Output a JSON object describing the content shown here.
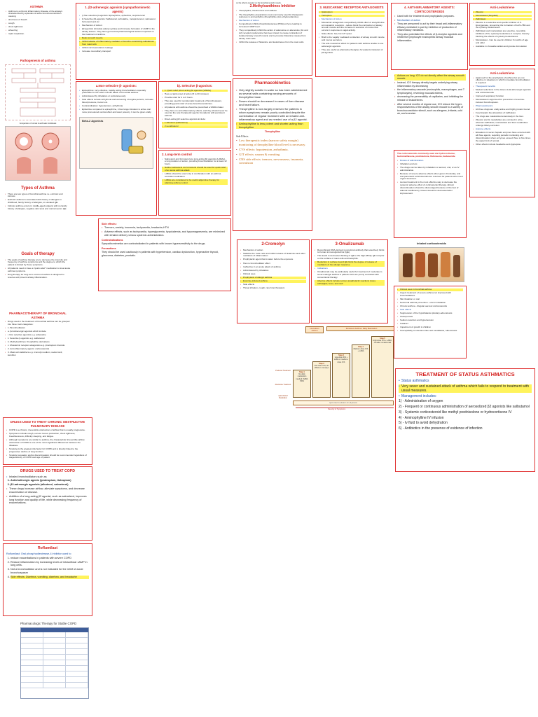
{
  "asthma": {
    "title": "ASTHMA",
    "bullets": [
      "Asthma is a chronic inflammatory disease of the airways characterized by episodes of acute bronchoconstriction causing",
      "shortness of breath",
      "cough",
      "chest tightness",
      "wheezing",
      "rapid respiration."
    ]
  },
  "patho": {
    "title": "Pathogenesis of asthma",
    "caption": "Comparison of normal & asthmatic individuals"
  },
  "types": {
    "title": "Types of Asthma",
    "bullets": [
      "There are two types of bronchial asthma i.e. extrinsic and intrinsic.",
      "Extrinsic asthma is associated with history of allergies in childhood, family history of allergies, or elevated IgE.",
      "Intrinsic asthma occurs in middle-aged subjects with no family history of allergies, negative skin tests and normal serum IgE."
    ]
  },
  "goals": {
    "title": "Goals of therapy",
    "bullets": [
      "The goals of asthma therapy are to decrease the intensity and frequency of asthma symptoms and the degree to which the patient is limited by these symptoms.",
      "All patients need to have a \"quick-relief\" medication to treat acute asthma symptoms.",
      "Drug therapy for long-term control of asthma is designed to reverse and prevent airway inflammation."
    ]
  },
  "pharmaco": {
    "title": "PHARMACOTHERAPY OF BRONCHIAL ASTHMA",
    "items": [
      "Drugs used in the treatment of bronchial asthma can be grouped into three main categories:",
      "1. Bronchodilators",
      "a. β2-Adrenergic agonists which include",
      "i. Non selective agonists e.g. adrenaline",
      "ii. Selective β-agonists e.g. salbutamol",
      "b. Methylxanthines: theophylline derivatives",
      "c. Muscarinic receptor antagonists e.g. ipratropium bromide",
      "2. Anti-inflammatory agents: corticosteroids",
      "3. Mast cell stabilizers e.g. cromolyn sodium, nedocromil, ketotifen"
    ]
  },
  "beta": {
    "title": "1. β2-adrenergic agonists (sympathomimetic agents)",
    "items": [
      "i) Non-selective β-agonists: Epinephrine, ephedrine, isoproterenol",
      "ii) Selective β2-agonists: Salbutamol, terbutaline, metaproterenol, salmeterol, formoterol and etc",
      "Mechanism of Action:",
      "β2-agonists stimulate adenyl-cyclase and increase formation of cAMP in the airway tissues. They have got several pharmacological actions important in the treatment of asthma.",
      "Relax smooth muscle",
      "Inhibit release of inflammatory mediator or broncho constricting substances from mast cells",
      "Inhibit microvasculature leakage",
      "Increase mucociliary transport"
    ],
    "nonsel_title": "a.Non-selective β- agonists:",
    "nonsel": [
      "Epinephrine: very effective, rapidly acting bronchodilator especially preferable for the relief of acute attack of bronchial asthma.",
      "Administered by inhalation or subcutaneously.",
      "Side effects include arrhythmia and worsening of angina pectoris, increase blood pressure, tremor etc.",
      "Contraindication: hypertension, arrhythmia",
      "Ephedrine compared to epinephrine, it has longer duration is active oral more pronounced central effect and lower potency. It can be given orally."
    ],
    "sel_title": "b). Selective β-agonists:",
    "sel": [
      "1. Quick relief (short acting β2 agonists (SABAs)",
      "Have a rapid onset of action (5 to 30 minutes)",
      "Provide relief for 4 to 6 hours.",
      "They are used for symptomatic treatment of bronchospasm, providing quick relief of acute bronchoconstriction.",
      "All patients with asthma should be prescribed a SABA inhaler.",
      "They have no anti-inflammatory effects, and they should never be used as the sole therapeutic agents for patients with persistent asthma.",
      "Direct-acting β2 selective agonists include:",
      "1.Albuterol (salbutamol)",
      "2.Levalbuterol"
    ],
    "ben_title": "Beta-2 Agonists",
    "long_title": "2. Long-term control",
    "long": [
      "Salmeterol and formoterol are long-acting β2 agonists (LABAs) - a long duration of action, providing bronchodilation for at least 12 hours.",
      "Neither salmeterol nor formoterol should be used for quick relief of an acute asthma attack.",
      "LABAs should be used only in combination with an asthma controller medication.",
      "LABAs are considered to be useful adjunctive therapy for attaining asthma control."
    ],
    "se_title": "Side effects :",
    "se": [
      "Tremors, anxiety, insomnia, tachycardia, headache,HTN",
      "Adverse effects, such as tachycardia, hyperglycemia, hypokalemia, and hypomagnesemia, are minimized with inhaled delivery versus systemic administration."
    ],
    "ci_title": "Contraindications",
    "ci": "Sympathomimetics are contraindicated in patients with known hypersensitivity to the drugs.",
    "pre_title": "Precautions",
    "pre": "They should be used cautiously in patients with hypertension, cardiac dysfunction, hyperactive thyroid, glaucoma, diabetes, prostatic."
  },
  "methyl": {
    "top": "on the other β-receptor on the bronchial smooth muscle.",
    "title": "2.Methylxanthines Inhibitor",
    "items": [
      "Theophylline, theobromine and caffeine.",
      "The theophylline preparations most commonly used for therapeutic purposes is aminophylline (theophylline plus ethylenediamine).",
      "Mechanism of Action",
      "Competitively inhibit phosphodiesterase (PDE) enzyme leading to increased cAMP level.",
      "They competitively inhibit the action of adenosine on adenosine (A1 and A2) receptors (adenosine has been shown to cause contraction of isolated airway smooth muscle and to provoke histamine release from airway mast cells.",
      "Inhibit the release of histamine and leukotrienes from the mast cells."
    ]
  },
  "pk": {
    "title": "Pharmacokinetics",
    "items": [
      "Only slightly soluble in water so has been administered as several salts containing varying amounts of theophylline base.",
      "Doses should be decreased in cases of liver disease and heart failure.",
      "Theophylline is now largely reserved for patients in whom symptoms remain poorly controlled despite the combination of regular treatment with an inhaled anti-inflammatory agent and as needed use of a β2 agonist.",
      "Aminophylline is less potent and shorter-acting than theophylline"
    ],
    "theo_head": "Theophylline",
    "se_title": "Side Effects",
    "se": [
      "Low therapeutic index (narrow safety margin) monitoring of theophylline blood level is necessary.",
      "CVS effects: hypotension, arrhythmia.",
      "GIT effects: nausea & vomiting",
      "CNS side effects: tremors, nervousness, insomnia, convulsion"
    ]
  },
  "mra": {
    "title": "3. MUSCARINIC RECEPTOR ANTAGONISTS",
    "items": [
      "Ipratropium",
      "Tiotropium",
      "Mechanism of Action",
      "Muscarinic antagonists competitively inhibit effect of acetylcholine at muscarinic receptors - reduce block the contraction of airway smooth muscle and the increase in secretion of mucus that occurs in response to vagal activity.",
      "Side effects: few, but GIT upset.",
      "Bind to the vagally mediated contraction of airway smooth muscle and mucus secretion.",
      "The anti-muscarinic effect for patients with asthma unable to use adrenergic agonists.",
      "They are useful as alternative therapies for patients intolerant of β2-agonists."
    ]
  },
  "antiinf": {
    "title": "4. ANTI-INFLAMMATORY AGENTS: CORTICOSTEROIDS",
    "items": [
      "Used both for treatment and prophylactic purposes.",
      "Mechanism of action",
      "They are presumed to act by their broad anti-inflammatory efficacy mediated in part by inhibition of production of inflammatory mediators.",
      "They also potentiate the effects of β-receptor agonists and inhibit the lymphocyte eosinophilic airway mucosal inflammation."
    ],
    "actions": [
      "Actions on lung: ICS do not directly affect the airway smooth muscle.",
      "Instead, ICS therapy directly targets underlying airway inflammation by decreasing",
      "the inflammatory cascade (eosinophils, macrophages, and T lymphocytes), reversing mucosal edema,",
      "decreasing the permeability of capillaries, and inhibiting the release of leukotrienes.",
      "After several months of regular use, ICS reduce the hyper-responsiveness of the airway smooth muscle to a variety of bronchoconstrictor stimuli, such as allergens, irritants, cold air, and exercise."
    ],
    "common_title": "The corticosteroids commonly used are hydrocortisone, beclomethasone, prednisolone, fluticasone, budesonide",
    "routes": [
      "Routes of administration",
      "Inhalation and etc.",
      "The drugs can be taken by inhalation or aerosol, oral, or as IV administration.",
      "Because of severe adverse effects when given chronically, oral and parenteral corticosteroids are reserved for patients who need urgent treatment.",
      "Aerosol treatment is the most effective way to decrease the systemic adverse effect of corticosteroid therapy. Abrupt discontinuation should be discouraged because of the fear of adrenal insufficiency. Doses should be decreased after improvement."
    ],
    "inhaled_title": "Inhaled corticosteroids",
    "clinical_title": "Clinical uses in bronchial asthma",
    "clinical": [
      "Urgent treatment of severe asthma not improved with bronchodilators.",
      "SE inhalation or oral",
      "Nocturnal asthma prevention - oral or inhalation",
      "Chronic asthma - Regular aerosol corticosteroids",
      "Side effects",
      "Suppression of the hypothalamic-pituitary-adrenal axis",
      "Osteoporosis",
      "Sodium retention and hypertension",
      "Cataract",
      "Impairment of growth in children",
      "Susceptibility to infections like oral candidiasis, tuberculosis"
    ]
  },
  "leuko": {
    "title": "Anti-Leukotriene",
    "items": [
      "Zileuton",
      "Montelukast (Singulair)",
      "Zafirlukast",
      "Zileuton is a selective and specific inhibitor of 5-lipoxygenase, preventing the formation of both LTB4 and the cysteinyl leukotrienes.",
      "Zafirlukast and montelukast are selective, reversible inhibitors of the cysteinyl leukotriene-1 receptor, thereby blocking the effects of cysteinyl leukotrienes.",
      "Montelukast - Can be used in children 6 months of age and older",
      "Available in chewable tablets and granule formulation"
    ],
    "use_title": "Anti-Leukotriene",
    "use": [
      "Approved for the prophylaxis of asthma but are not effective in situations in which immediate bronchodilation is required.",
      "Therapeutic benefits",
      "Modest reductions in the doses of β2-adrenergic agonists and corticosteroids",
      "Improved respiratory function",
      "Montelukast is approved for prevention of exercise-induced bronchospasm.",
      "Pharmacokinetics",
      "All three drugs are orally active and highly protein bound.",
      "Food impairs the absorption of zafirlukast.",
      "The drugs are metabolized extensively in the liver.",
      "Zileuton and its metabolites are excreted in urine, whereas zafirlukast, montelukast and their metabolites undergo biliary excretion.",
      "Adverse effects",
      "Elevations in serum hepatic enzymes have occurred with all three agents, requiring periodic monitoring and discontinuation when enzymes exceed three to five times the upper limit of normal.",
      "Other effects include headache and dyspepsia."
    ]
  },
  "cromo": {
    "title": "2-Cromolyn",
    "items": [
      "Mechanism of action",
      "Stabilize the mast cells and inhibit release of histamine and other mediators of inflammation",
      "Prophylactic agent that is taken before the exposure",
      "Has no bronchodilator effect",
      "Ineffective in an acute attack of asthma",
      "Administered by inhalation",
      "Clinical uses",
      "Prophylaxis of allergic asthma",
      "Exercise-induced asthma",
      "Side effects",
      "Throat irritation, cough, rare bronchospasm"
    ]
  },
  "omali": {
    "title": "3-Omalizumab",
    "items": [
      "Recombinant DNA-derived monoclonal antibody that selectively binds to human immunoglobulin E (IgE).",
      "This leads to decreased binding of IgE to the high-affinity IgE receptor on the surface of mast cells and basophils.",
      "Reduction in surface-bound IgE limits the degree of release of mediators of the allergic response.",
      "Indications",
      "Omalizumab may be particularly useful for treatment of moderate to severe allergic asthma in patients who are poorly controlled with conventional therapy.",
      "Adverse effects include serious anaphylactic reactions (rare), arthralgias, fever, and rash"
    ]
  },
  "steps": {
    "head1": "Intermittent Asthma",
    "head2": "Persistent Asthma: Daily Medication",
    "arrow_label": "Severity of Symptoms",
    "footer": "Quick-relief medication for all patients",
    "side_labels": [
      "Preferred Treatment",
      "Alternative Treatment",
      "Quick-Relief Medication"
    ],
    "blocks": [
      {
        "h": "Step 1",
        "t": "No daily medication needed; SABA PRN"
      },
      {
        "h": "Step 2",
        "t": "Low-dose ICS; alt: LTRA or cromolyn"
      },
      {
        "h": "Step 3",
        "t": "Low-dose ICS + LABA or medium-dose ICS"
      },
      {
        "h": "Step 4",
        "t": "Medium-dose ICS + LABA"
      },
      {
        "h": "Step 5",
        "t": "High-dose ICS + LABA; consider omalizumab"
      }
    ]
  },
  "status": {
    "title": "TREATMENT OF STATUS ASTHMATICS",
    "b1": "Status asthmatics",
    "b2": "Very sever and sustained attack of asthma which fails to respond to treatment with usual measures.",
    "b3": "Management includes:",
    "steps": [
      "1)  - Administration of oxygen",
      "2)  - Frequent or continuous administration of aerosolized β2 agonists like salbutamol",
      "3)  - Systemic corticosteroid like methyl prednisolone or hydrocortisone IV",
      "4)  - Aminophylline IV infusion",
      "5)  - Iv fluid to avoid dehydration",
      "6)  - Antibiotics in the presence of evidence of infection"
    ]
  },
  "copd": {
    "title": "DRUGS USED TO TREAT CHRONIC OBSTRUCTIVE PULMONARY DISEASE",
    "items": [
      "COPD is a chronic, irreversible obstruction of airflow that is usually progressive.",
      "Symptoms include cough, excess mucus production, chest tightness, breathlessness, difficulty sleeping, and fatigue.",
      "Although symptoms are similar to asthma, the characteristic irreversible airflow obstruction of COPD is one of the most significant differences between the diseases.",
      "Smoking is the greatest risk factor for COPD and is directly linked to the progressive decline of lung function.",
      "Smoking cessation and/or discontinuation should be recommended regardless of stage/severity of COPD and age of patient."
    ],
    "title2": "DRUGS USED TO TREAT COPD",
    "intro": "Inhaled bronchodilators such as",
    "list": [
      "Anticholinergic agents (ipratropium, tiotropium)",
      "β2-adrenergic agonists (albuterol, salmeterol)"
    ],
    "more": [
      "These drugs increase airflow, alleviate symptoms, and decrease exacerbation of disease.",
      "Addition of a long-acting β2 agonist, such as salmeterol, improves lung function and quality of life, while decreasing frequency of exacerbations."
    ]
  },
  "roflu": {
    "title": "Roflumilast",
    "sub": "Roflumilast: Oral phosphodiesterase-4 inhibitor used to",
    "items": [
      "reduce exacerbations in patients with severe COPD",
      "Reduce inflammation by increasing levels of intracellular cAMP in lung cells.",
      "Not a bronchodilator and is not indicated for the relief of acute bronchospasm",
      "Side effects: Diarrhea, vomiting, diarrhea, and headache"
    ],
    "fig_title": "Pharmacologic Therapy for Stable COPD"
  }
}
